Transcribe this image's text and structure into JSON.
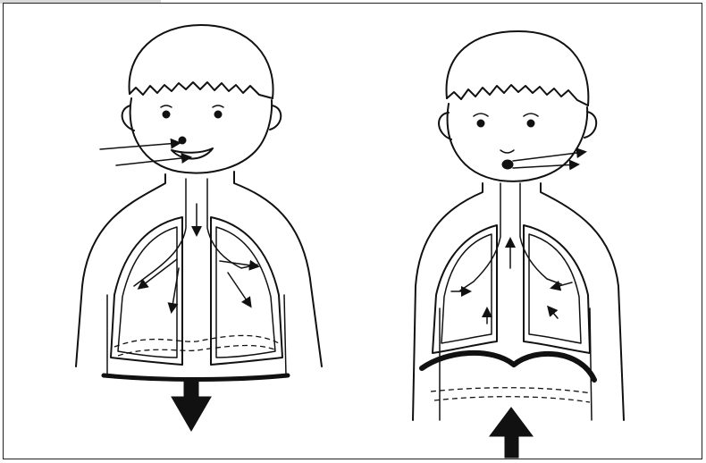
{
  "figure": {
    "panels": [
      {
        "id": "inhale",
        "state": "breathing-in",
        "diaphragm_movement": "down",
        "airflow": "into-lungs"
      },
      {
        "id": "exhale",
        "state": "breathing-out",
        "diaphragm_movement": "up",
        "airflow": "out-of-lungs"
      }
    ],
    "colors": {
      "line": "#111111",
      "background": "#ffffff",
      "frame": "#222222"
    }
  }
}
